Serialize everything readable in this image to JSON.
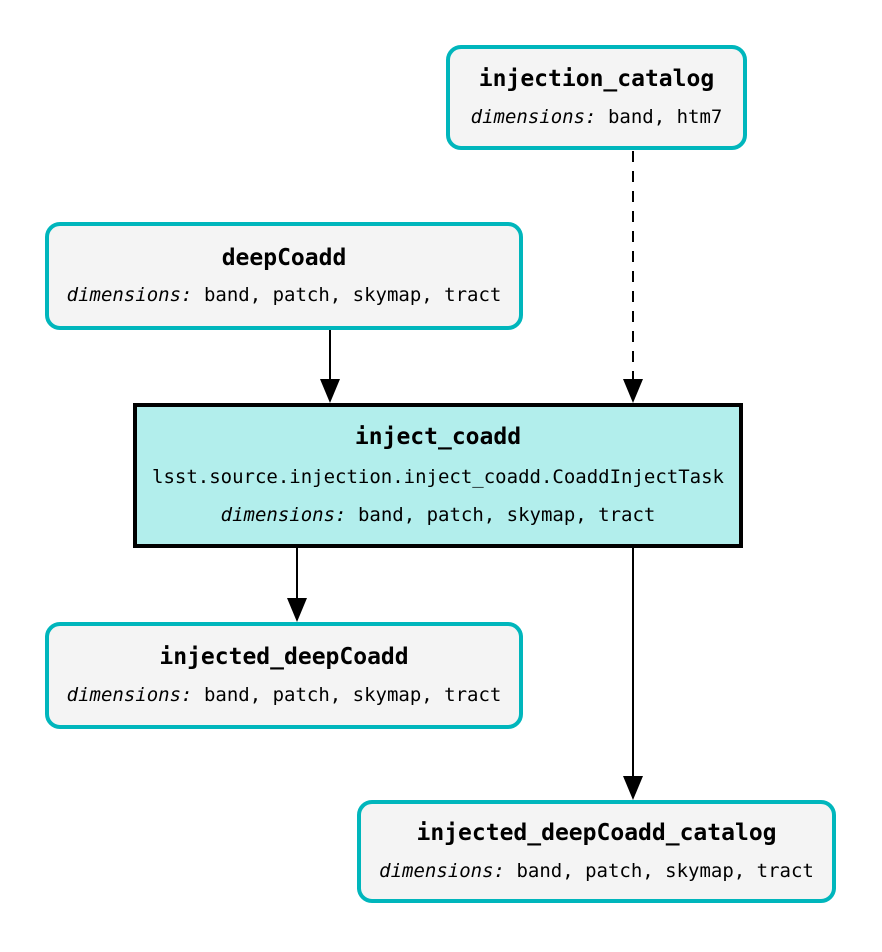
{
  "diagram": {
    "labels": {
      "dimensions": "dimensions:"
    },
    "nodes": {
      "injection_catalog": {
        "title": "injection_catalog",
        "dimensions": "band, htm7",
        "kind": "dataset"
      },
      "deepCoadd": {
        "title": "deepCoadd",
        "dimensions": "band, patch, skymap, tract",
        "kind": "dataset"
      },
      "inject_coadd": {
        "title": "inject_coadd",
        "task_class": "lsst.source.injection.inject_coadd.CoaddInjectTask",
        "dimensions": "band, patch, skymap, tract",
        "kind": "task"
      },
      "injected_deepCoadd": {
        "title": "injected_deepCoadd",
        "dimensions": "band, patch, skymap, tract",
        "kind": "dataset"
      },
      "injected_deepCoadd_catalog": {
        "title": "injected_deepCoadd_catalog",
        "dimensions": "band, patch, skymap, tract",
        "kind": "dataset"
      }
    },
    "edges": [
      {
        "from": "deepCoadd",
        "to": "inject_coadd",
        "style": "solid"
      },
      {
        "from": "injection_catalog",
        "to": "inject_coadd",
        "style": "dashed"
      },
      {
        "from": "inject_coadd",
        "to": "injected_deepCoadd",
        "style": "solid"
      },
      {
        "from": "inject_coadd",
        "to": "injected_deepCoadd_catalog",
        "style": "solid"
      }
    ],
    "colors": {
      "dataset_border": "#00b6bc",
      "dataset_fill": "#f4f4f4",
      "task_border": "#000000",
      "task_fill": "#b2eeec",
      "edge": "#000000"
    }
  }
}
